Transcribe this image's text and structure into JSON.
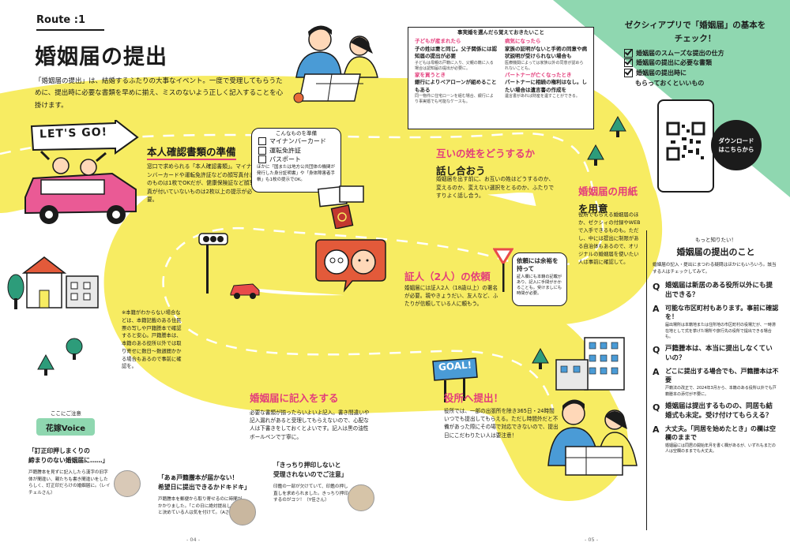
{
  "route_label": "Route :1",
  "title": "婚姻届の提出",
  "intro": "「婚姻届の提出」は、結婚するふたりの大事なイベント。一度で受理してもらうために、提出時に必要な書類を早めに揃え、ミスのないよう正しく記入することを心掛けます。",
  "checklist": {
    "heading": "事実婚を選んだら覚えておきたいこと",
    "items": [
      {
        "title": "子どもが産まれたら",
        "sub": "子の姓は妻と同じ。父子関係には認知届の提出が必要",
        "body": "子どもは母親の戸籍に入り、父親の籍に入る場合は認知届の提出が必要に。"
      },
      {
        "title": "病気になったら",
        "sub": "家族の証明がないと手術の同意や病状説明が受けられない場合も",
        "body": "医療機関によっては家族以外の同意が認められないことも。"
      },
      {
        "title": "家を買うとき",
        "sub": "銀行によりペアローンが組めることもある",
        "body": "同一物件に住宅ローンを組む場合、銀行により事実婚でも可能なケースも。"
      },
      {
        "title": "パートナーが亡くなったとき",
        "sub": "パートナーに相続の権利はなし。したい場合は遺言書の作成を",
        "body": "遺言書があれば財産を遺すことができる。"
      }
    ]
  },
  "zexy": {
    "heading": "ゼクシィアプリで「婚姻届」の基本をチェック！",
    "items": [
      "婚姻届のスムーズな提出の仕方",
      "婚姻届の提出に必要な書類",
      "婚姻届の提出時に",
      "もらっておくといいもの"
    ],
    "download": "ダウンロードはこちらから"
  },
  "sign": "LET'S GO!",
  "goal": "GOAL!",
  "step1": {
    "title": "本人確認書類の準備",
    "body": "窓口で求められる「本人確認書類」。マイナンバーカードや運転免許証などの顔写真付きのものは1枚でOKだが、健康保険証など顔写真が付いていないものは2枚以上の提示が必要。"
  },
  "docs_bubble": {
    "heading": "こんなものを準備",
    "items": [
      "マイナンバーカード",
      "運転免許証",
      "パスポート"
    ],
    "note": "ほかに「国または地方公共団体の機関が発行した身分証明書」や「身体障害者手帳」も1枚の提示でOK。"
  },
  "step2": {
    "title": "互いの姓をどうするか",
    "title2": "話し合おう",
    "body": "婚姻届を出す前に、お互いの姓はどうするのか、変えるのか、変えない選択をとるのか、ふたりですりよく話し合う。"
  },
  "step3": {
    "title": "婚姻届の用紙",
    "title2": "を用意",
    "body": "役所でもらえる婚姻届のほか、ゼクシィの付録やWEBで入手できるものも。ただし、中には提出に制限がある自治体もあるので、オリジナルの婚姻届を使いたい人は事前に確認して。"
  },
  "step4": {
    "title": "証人（2人）の依頼",
    "body": "婚姻届には証人2人（18歳以上）の署名が必要。親やきょうだい、友人など、ふたりが信頼している人に頼もう。"
  },
  "step4_bubble": {
    "heading": "依頼には余裕を持って",
    "body": "証人欄にも本籍の記載があり、記入に手間がかかることも。受けましにも時間が必要。"
  },
  "step5": {
    "title": "婚姻届に記入をする",
    "body": "必要な書類が揃ったらいよいよ記入。書き間違いや記入漏れがあると受理してもらえないので、心配な人は下書きをしておくとよいです。記入は黒の油性ボールペンで丁寧に。"
  },
  "step6": {
    "title": "役所へ提出！",
    "body": "役所では、一部の出張所を除き365日・24時間いつでも提出してもらえる。ただし時間外だと不備があった際にその場で対応できないので、提出日にこだわりたい人は要注意！"
  },
  "honseki_note": "※本籍がわからない場合などは、本籍記載のある住民票の写しや戸籍謄本で確認すると安心。戸籍謄本は、本籍のある役所以外では取り寄せに数日〜数週間かかる場合もあるので事前に確認を。",
  "voice": {
    "tag": "ここにご注意",
    "label": "花嫁Voice",
    "items": [
      {
        "title": "「訂正印押しまくりの",
        "title2": "締まりのない婚姻届に……」",
        "body": "戸籍謄本を見ずに記入したら漢字の旧字体が間違い、親たちも書き間違いをしたらしく、訂正印だらけの婚姻届に。（レイチェルさん）"
      },
      {
        "title": "「あぁ戸籍謄本が届かない！",
        "title2": "希望日に提出できるかドキドキ」",
        "body": "戸籍謄本を郵便から取り寄せるのに時間がかかりました。「この日に絶対提出したい」と決めている人は気を付けて。（Aさん）"
      },
      {
        "title": "「きっちり押印しないと",
        "title2": "受理されないのでご注意」",
        "body": "印鑑の一部が欠けていて、印鑑の押し直しを求められました。きっちり押印するのがコツ！（Y佳さん）"
      }
    ]
  },
  "faq": {
    "tag": "もっと知りたい！",
    "title": "婚姻届の提出のこと",
    "intro": "婚姻届の記入・提出にまつわる疑問はほかにもいろいろ。該当する人はチェックしてみて。",
    "items": [
      {
        "q": "婚姻届は新居のある役所以外にも提出できる？",
        "a": "可能な市区町村もあります。事前に確認を！",
        "detail": "届出場所は本籍地または住所地の市区町村の役場だが、一時滞在地として式を挙げた場所や旅行先の役所で提出できる場合も。"
      },
      {
        "q": "戸籍謄本は、本当に提出しなくていいの？",
        "a": "どこに提出する場合でも、戸籍謄本は不要",
        "detail": "戸籍法の改正で、2024年3月から、本籍のある役所以外でも戸籍謄本の添付が不要に。"
      },
      {
        "q": "婚姻届は提出するものの、同居も結婚式も未定。受け付けてもらえる？",
        "a": "大丈夫。「同居を始めたとき」の欄は空欄のままで",
        "detail": "婚姻届には同居の開始年月を書く欄があるが、いずれもまだの人は空欄のままでも大丈夫。"
      }
    ]
  },
  "page_left": "- 04 -",
  "page_right": "- 05 -"
}
